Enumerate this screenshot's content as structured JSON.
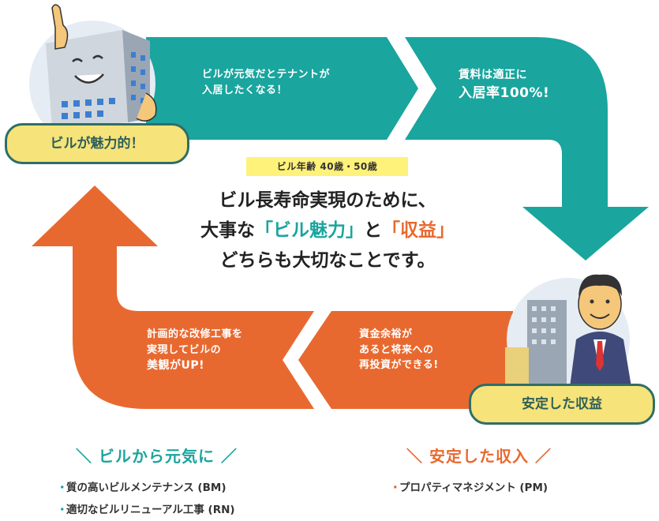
{
  "diagram": {
    "badges": {
      "attractive": "ビルが魅力的！",
      "revenue": "安定した収益"
    },
    "arrows": {
      "top_left": [
        "ビルが元気だとテナントが",
        "入居したくなる！"
      ],
      "top_right": [
        "賃料は適正に",
        "入居率100%!"
      ],
      "bottom_right": [
        "資金余裕が",
        "あると将来への",
        "再投資ができる!"
      ],
      "bottom_left": [
        "計画的な改修工事を",
        "実現してビルの",
        "美観がUP!"
      ]
    },
    "age_badge": "ビル年齢 40歳・50歳",
    "headline": {
      "line1": "ビル長寿命実現のために、",
      "line2_pre": "大事な",
      "line2_term1": "「ビル魅力」",
      "line2_mid": "と",
      "line2_term2": "「収益」",
      "line3": "どちらも大切なことです。"
    }
  },
  "sections": {
    "left": {
      "title": "ビルから元気に",
      "items": [
        "質の高いビルメンテナンス (BM)",
        "適切なビルリニューアル工事 (RN)"
      ]
    },
    "right": {
      "title": "安定した収入",
      "items": [
        "プロパティマネジメント (PM)"
      ]
    }
  },
  "colors": {
    "teal": "#1aa59e",
    "orange": "#e8692f",
    "badge_fill": "#f6e37a",
    "badge_border": "#2f6e67",
    "age_badge": "#fff27a"
  }
}
